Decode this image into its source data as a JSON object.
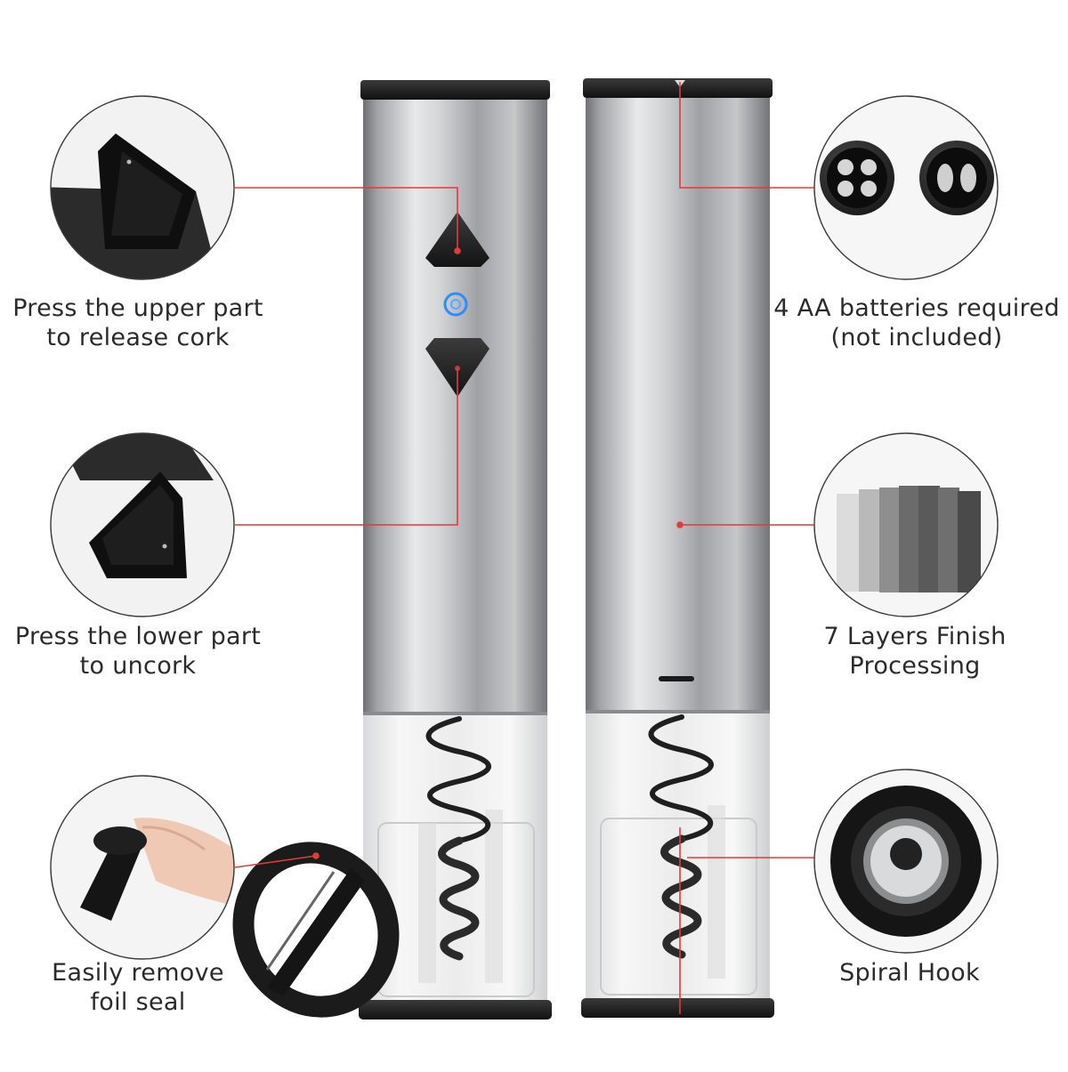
{
  "features": {
    "upper_press": {
      "line1": "Press the upper part",
      "line2": "to release cork"
    },
    "lower_press": {
      "line1": "Press the lower part",
      "line2": "to uncork"
    },
    "foil": {
      "line1": "Easily remove",
      "line2": "foil seal"
    },
    "batteries": {
      "line1": "4 AA batteries required",
      "line2": "(not included)"
    },
    "layers": {
      "line1": "7 Layers Finish",
      "line2": "Processing"
    },
    "hook": {
      "line1": "Spiral Hook"
    }
  },
  "colors": {
    "pointer_line": "#e23b3b",
    "steel_light": "#e9e9ea",
    "steel_dark": "#7d7f82",
    "power_led": "#2f8cff"
  }
}
